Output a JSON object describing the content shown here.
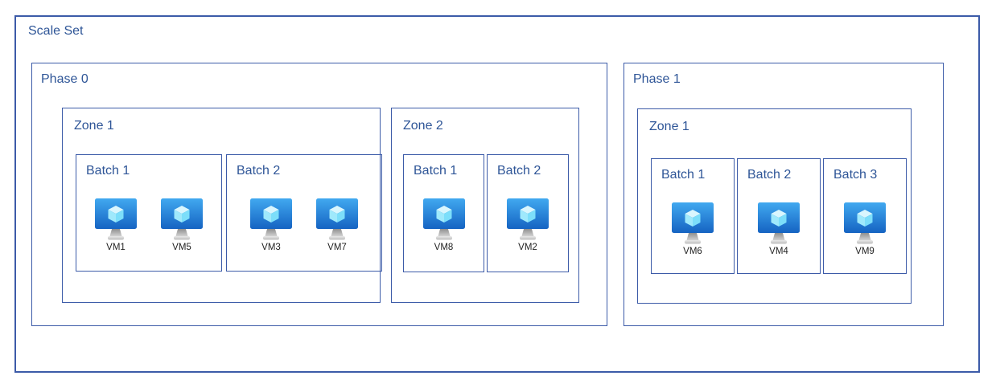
{
  "colors": {
    "background": "#ffffff",
    "box_border": "#3c5ba8",
    "label_text": "#2e5597",
    "vm_label_text": "#1f1f1f",
    "vm_screen_top": "#41a9f0",
    "vm_screen_bottom": "#1563c2",
    "vm_cube_top": "#d9f6fe",
    "vm_cube_left": "#9fe9fc",
    "vm_cube_right": "#7cdefa",
    "vm_stand_top": "#8f8f8f",
    "vm_stand_bottom": "#d2d2d2",
    "vm_base_top": "#e8e8e8",
    "vm_base_bottom": "#bdbdbd"
  },
  "diagram": {
    "title": "Scale Set",
    "icon": "azure-vm-icon",
    "phases": [
      {
        "label": "Phase 0",
        "zones": [
          {
            "label": "Zone 1",
            "batches": [
              {
                "label": "Batch 1",
                "vms": [
                  "VM1",
                  "VM5"
                ]
              },
              {
                "label": "Batch 2",
                "vms": [
                  "VM3",
                  "VM7"
                ]
              }
            ]
          },
          {
            "label": "Zone 2",
            "batches": [
              {
                "label": "Batch 1",
                "vms": [
                  "VM8"
                ]
              },
              {
                "label": "Batch 2",
                "vms": [
                  "VM2"
                ]
              }
            ]
          }
        ]
      },
      {
        "label": "Phase 1",
        "zones": [
          {
            "label": "Zone 1",
            "batches": [
              {
                "label": "Batch 1",
                "vms": [
                  "VM6"
                ]
              },
              {
                "label": "Batch 2",
                "vms": [
                  "VM4"
                ]
              },
              {
                "label": "Batch 3",
                "vms": [
                  "VM9"
                ]
              }
            ]
          }
        ]
      }
    ]
  }
}
